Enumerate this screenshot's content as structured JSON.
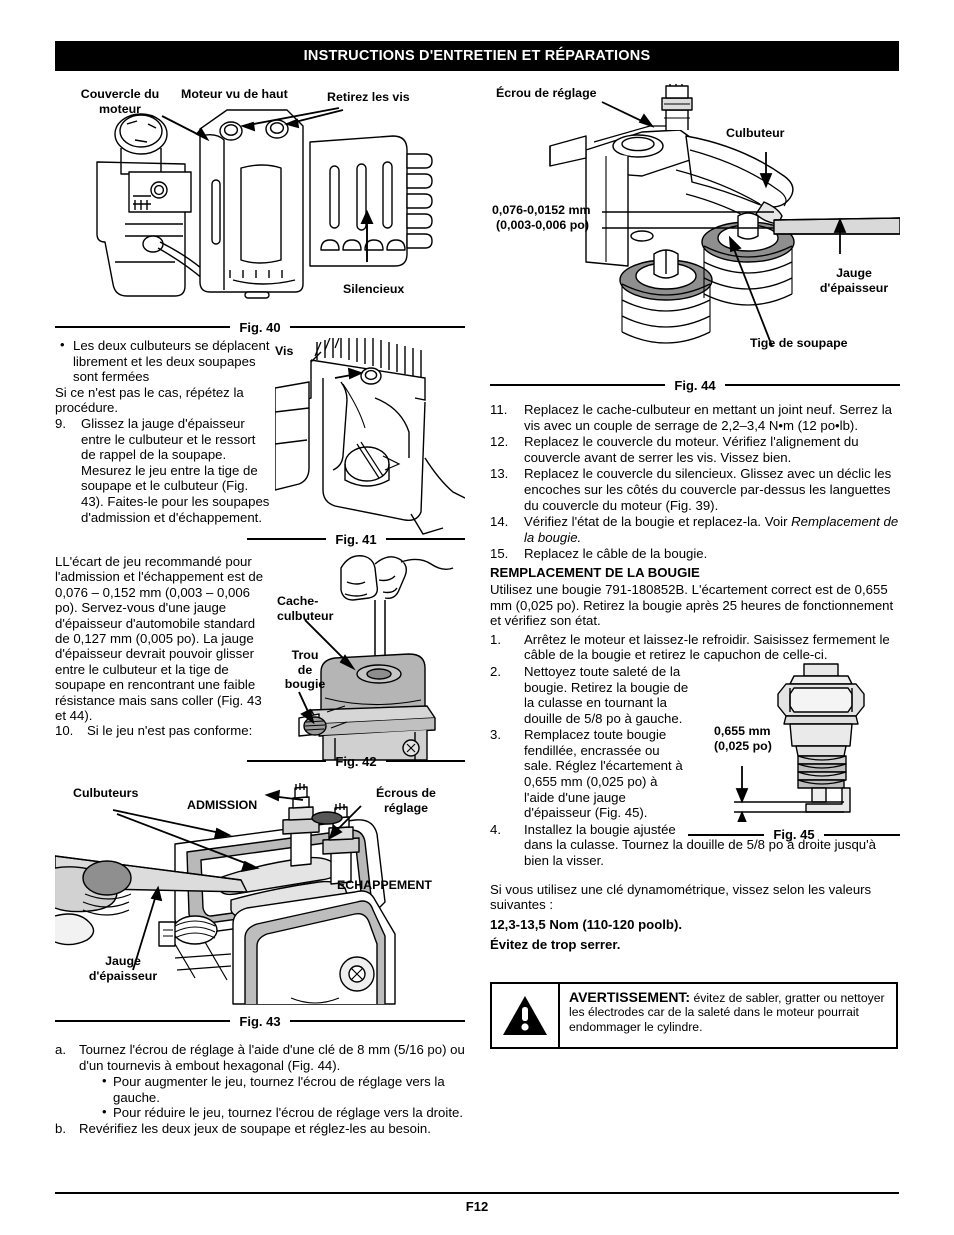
{
  "header": {
    "title": "INSTRUCTIONS D'ENTRETIEN ET RÉPARATIONS"
  },
  "footer": {
    "page_number": "F12"
  },
  "figures": {
    "fig40": {
      "label": "Fig. 40",
      "callouts": {
        "cover": "Couvercle du\nmoteur",
        "top_view": "Moteur vu de haut",
        "screws": "Retirez les vis",
        "muffler": "Silencieux"
      }
    },
    "fig41": {
      "label": "Fig. 41",
      "callouts": {
        "screw": "Vis"
      }
    },
    "fig42": {
      "label": "Fig. 42",
      "callouts": {
        "rocker_cover": "Cache-\nculbuteur",
        "plug_hole": "Trou\nde\nbougie"
      }
    },
    "fig43": {
      "label": "Fig. 43",
      "callouts": {
        "rockers": "Culbuteurs",
        "intake": "ADMISSION",
        "adjust_nuts": "Écrous de\nréglage",
        "exhaust": "ECHAPPEMENT",
        "feeler_gauge": "Jauge\nd'épaisseur"
      }
    },
    "fig44": {
      "label": "Fig. 44",
      "callouts": {
        "adjust_nut": "Écrou de réglage",
        "rocker": "Culbuteur",
        "clearance_mm": "0,076-0,0152 mm",
        "clearance_in": "(0,003-0,006 po)",
        "feeler_gauge": "Jauge\nd'épaisseur",
        "valve_stem": "Tige de soupape"
      }
    },
    "fig45": {
      "label": "Fig. 45",
      "callouts": {
        "gap_mm": "0,655 mm",
        "gap_in": "(0,025 po)"
      }
    }
  },
  "left_column": {
    "bullet_1": "Les deux culbuteurs se déplacent librement et les deux soupapes sont fermées",
    "para_repeat": "Si ce n'est pas le cas, répétez la procédure.",
    "item_9_num": "9.",
    "item_9": "Glissez la jauge d'épaisseur entre le culbuteur et le ressort de rappel de la soupape. Mesurez le jeu entre la tige de soupape et le culbuteur (Fig. 43). Faites-le pour les soupapes d'admission et d'échappement.",
    "para_clearance": "LL'écart de jeu recommandé pour l'admission et l'échappement est de 0,076 – 0,152 mm (0,003 – 0,006 po). Servez-vous d'une jauge d'épaisseur d'automobile standard de 0,127 mm (0,005 po). La jauge d'épaisseur devrait pouvoir glisser entre le culbuteur et la tige de soupape en rencontrant une faible résistance mais sans coller (Fig. 43 et 44).",
    "item_10_num": "10.",
    "item_10": "Si le jeu n'est pas conforme:",
    "item_a_num": "a.",
    "item_a": "Tournez l'écrou de réglage à l'aide d'une clé de 8 mm (5/16 po) ou d'un tournevis à embout hexagonal (Fig. 44).",
    "bullet_a1": "Pour augmenter le jeu, tournez l'écrou de réglage vers la gauche.",
    "bullet_a2": "Pour réduire le jeu, tournez l'écrou de réglage vers la droite.",
    "item_b_num": "b.",
    "item_b": "Revérifiez les deux jeux de soupape et réglez-les au besoin."
  },
  "right_column": {
    "steps": [
      {
        "num": "11.",
        "text": "Replacez le cache-culbuteur en mettant un joint neuf. Serrez la vis avec un couple de serrage de 2,2–3,4 N•m (12 po•lb)."
      },
      {
        "num": "12.",
        "text": "Replacez le couvercle du moteur. Vérifiez l'alignement du couvercle avant de serrer les vis. Vissez bien."
      },
      {
        "num": "13.",
        "text": "Replacez le couvercle du silencieux. Glissez avec un déclic les encoches sur les côtés du couvercle par-dessus les languettes du couvercle du moteur (Fig. 39)."
      },
      {
        "num": "14.",
        "text": "Vérifiez l'état de la bougie et replacez-la. Voir ",
        "italic_tail": "Remplacement de la bougie."
      },
      {
        "num": "15.",
        "text": "Replacez le câble de la bougie."
      }
    ],
    "section_heading": "REMPLACEMENT DE LA BOUGIE",
    "intro": "Utilisez une bougie 791-180852B. L'écartement correct est de 0,655  mm (0,025 po). Retirez la bougie après 25 heures de fonctionnement et vérifiez son état.",
    "plug_steps": [
      {
        "num": "1.",
        "text": "Arrêtez le moteur et laissez-le refroidir. Saisissez fermement le câble de la bougie et retirez le capuchon de celle-ci."
      },
      {
        "num": "2.",
        "text": "Nettoyez toute saleté de la bougie. Retirez la bougie de la culasse en tournant la douille de 5/8 po à gauche."
      },
      {
        "num": "3.",
        "text": "Remplacez toute bougie fendillée, encrassée ou sale. Réglez l'écartement à 0,655 mm (0,025 po) à l'aide d'une jauge d'épaisseur (Fig. 45)."
      },
      {
        "num": "4.",
        "text": "Installez la bougie ajustée dans la culasse. Tournez la douille de 5/8 po à droite jusqu'à bien la visser."
      }
    ],
    "torque_intro": "Si vous utilisez une clé dynamométrique, vissez selon les valeurs suivantes :",
    "torque_value": "12,3-13,5 Nom (110-120 poolb).",
    "torque_note": "Évitez de trop serrer."
  },
  "warning": {
    "title": "AVERTISSEMENT:",
    "text": " évitez de sabler, gratter ou nettoyer les électrodes car de la saleté dans le moteur pourrait endommager le cylindre.",
    "icon": "warning-triangle-icon"
  },
  "colors": {
    "ink": "#000000",
    "paper": "#ffffff",
    "shade_light": "#d8d8d8",
    "shade_mid": "#b0b0b0",
    "shade_dark": "#7c7c7c"
  }
}
